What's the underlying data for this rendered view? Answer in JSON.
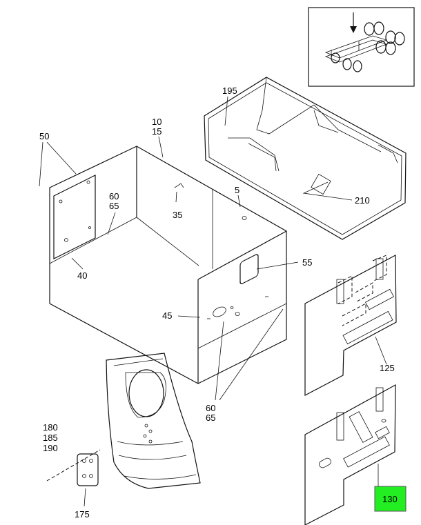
{
  "colors": {
    "line": "#111111",
    "highlight": "#22ee22",
    "background": "#ffffff"
  },
  "labels": {
    "p50": "50",
    "p10": "10",
    "p15": "15",
    "p195": "195",
    "p60a": "60",
    "p65a": "65",
    "p5": "5",
    "p35": "35",
    "p210": "210",
    "p40": "40",
    "p55": "55",
    "p45": "45",
    "p125": "125",
    "p60b": "60",
    "p65b": "65",
    "p180": "180",
    "p185": "185",
    "p190": "190",
    "p175": "175",
    "p130": "130"
  },
  "highlighted_callout": "130"
}
